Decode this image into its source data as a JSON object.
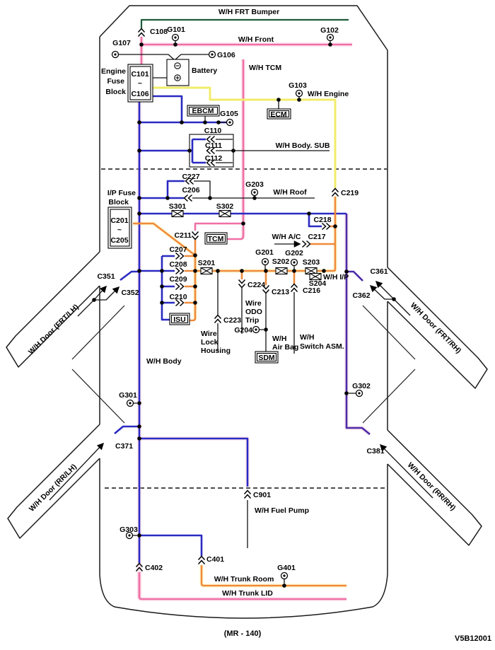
{
  "colors": {
    "green": "#1d5c3a",
    "pink": "#ef6fa5",
    "blue": "#2a2ac2",
    "purple": "#4a2ba8",
    "yellow": "#f1ec6a",
    "orange": "#f08a3a",
    "black": "#111111",
    "glow_pink": "#f9c2d8",
    "glow_yellow": "#faf3a0"
  },
  "harnesses": {
    "frt_bumper": "W/H FRT Bumper",
    "front": "W/H Front",
    "tcm": "W/H TCM",
    "engine": "W/H Engine",
    "body_sub": "W/H Body. SUB",
    "roof": "W/H Roof",
    "ac": "W/H A/C",
    "ip": "W/H I/P",
    "body": "W/H Body",
    "air_bag_1": "W/H",
    "air_bag_2": "Air Bag",
    "switch_asm_1": "W/H",
    "switch_asm_2": "Switch ASM.",
    "fuel_pump": "W/H Fuel Pump",
    "trunk_room": "W/H Trunk Room",
    "trunk_lid": "W/H Trunk LID",
    "door_frt_lh": "W/H Door (FRT/LH)",
    "door_frt_rh": "W/H Door (FRT/RH)",
    "door_rr_lh": "W/H Door (RR/LH)",
    "door_rr_rh": "W/H Door (RR/RH)"
  },
  "blocks": {
    "engine_fuse_label": [
      "Engine",
      "Fuse",
      "Block"
    ],
    "engine_fuse_range": [
      "C101",
      "~",
      "C106"
    ],
    "ip_fuse_label": [
      "I/P Fuse",
      "Block"
    ],
    "ip_fuse_range": [
      "C201",
      "~",
      "C205"
    ],
    "battery": "Battery"
  },
  "modules": {
    "ebcm": "EBCM",
    "ecm": "ECM",
    "tcm": "TCM",
    "isu": "ISU",
    "sdm": "SDM"
  },
  "connectors": {
    "c108": "C108",
    "c110": "C110",
    "c111": "C111",
    "c112": "C112",
    "c206": "C206",
    "c207": "C207",
    "c208": "C208",
    "c209": "C209",
    "c210": "C210",
    "c211": "C211",
    "c213": "C213",
    "c216": "C216",
    "c217": "C217",
    "c218": "C218",
    "c219": "C219",
    "c223": "C223",
    "c224": "C224",
    "c227": "C227",
    "c351": "C351",
    "c352": "C352",
    "c361": "C361",
    "c362": "C362",
    "c371": "C371",
    "c381": "C381",
    "c401": "C401",
    "c402": "C402",
    "c901": "C901"
  },
  "grounds": {
    "g101": "G101",
    "g102": "G102",
    "g103": "G103",
    "g105": "G105",
    "g106": "G106",
    "g107": "G107",
    "g201": "G201",
    "g202": "G202",
    "g203": "G203",
    "g204": "G204",
    "g301": "G301",
    "g302": "G302",
    "g303": "G303",
    "g401": "G401"
  },
  "splices": {
    "s201": "S201",
    "s202": "S202",
    "s203": "S203",
    "s204": "S204",
    "s301": "S301",
    "s302": "S302"
  },
  "notes": {
    "odo": [
      "Wire",
      "ODO",
      "Trip"
    ],
    "lock": [
      "Wire",
      "Lock",
      "Housing"
    ]
  },
  "footer": {
    "page_ref": "(MR - 140)",
    "doc_code": "V5B12001"
  }
}
